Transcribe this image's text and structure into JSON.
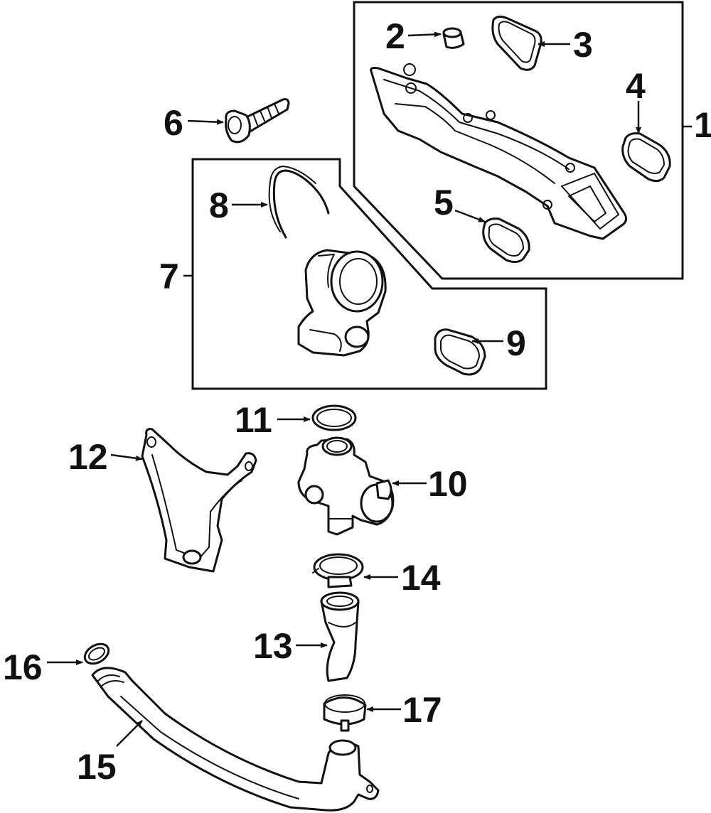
{
  "callouts": [
    {
      "id": "1",
      "text": "1"
    },
    {
      "id": "2",
      "text": "2"
    },
    {
      "id": "3",
      "text": "3"
    },
    {
      "id": "4",
      "text": "4"
    },
    {
      "id": "5",
      "text": "5"
    },
    {
      "id": "6",
      "text": "6"
    },
    {
      "id": "7",
      "text": "7"
    },
    {
      "id": "8",
      "text": "8"
    },
    {
      "id": "9",
      "text": "9"
    },
    {
      "id": "10",
      "text": "10"
    },
    {
      "id": "11",
      "text": "11"
    },
    {
      "id": "12",
      "text": "12"
    },
    {
      "id": "13",
      "text": "13"
    },
    {
      "id": "14",
      "text": "14"
    },
    {
      "id": "15",
      "text": "15"
    },
    {
      "id": "16",
      "text": "16"
    },
    {
      "id": "17",
      "text": "17"
    }
  ],
  "icons": {
    "manifold": "intake-manifold-icon",
    "gasket": "gasket-icon",
    "bolt": "bolt-icon",
    "throttle": "throttle-body-icon",
    "clip": "wire-clip-icon",
    "oring": "o-ring-icon",
    "housing": "coolant-housing-icon",
    "shield": "heat-shield-icon",
    "clamp": "hose-clamp-icon",
    "hose": "hose-icon",
    "pipe": "coolant-pipe-icon"
  }
}
